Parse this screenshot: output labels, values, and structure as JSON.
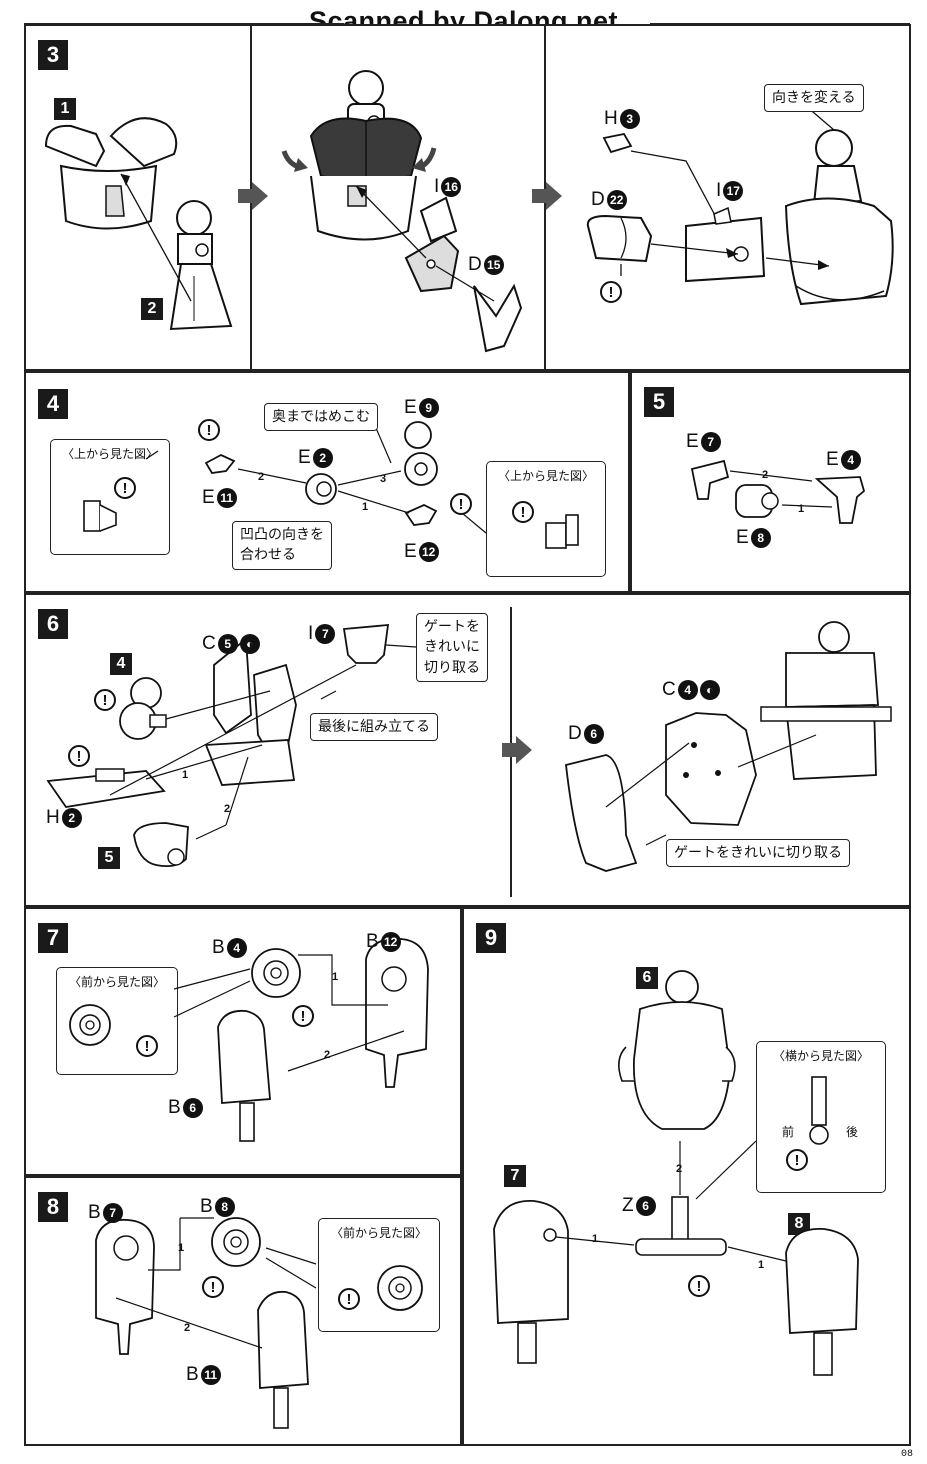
{
  "header": {
    "watermark": "Scanned by Dalong.net"
  },
  "page_number": "08",
  "steps": {
    "s3": {
      "number": "3",
      "sub1": "1",
      "sub2": "2",
      "i16": "I",
      "i16n": "16",
      "d15": "D",
      "d15n": "15",
      "h3": "H",
      "h3n": "3",
      "i17": "I",
      "i17n": "17",
      "d22": "D",
      "d22n": "22",
      "note_turn": "向きを変える"
    },
    "s4": {
      "number": "4",
      "view_top_a": "〈上から見た図〉",
      "view_top_b": "〈上から見た図〉",
      "e11": "E",
      "e11n": "11",
      "e2": "E",
      "e2n": "2",
      "e9": "E",
      "e9n": "9",
      "e12": "E",
      "e12n": "12",
      "note_push": "奥まではめこむ",
      "note_align_1": "凹凸の向きを",
      "note_align_2": "合わせる",
      "seq1": "1",
      "seq2": "2",
      "seq3": "3"
    },
    "s5": {
      "number": "5",
      "e7": "E",
      "e7n": "7",
      "e4": "E",
      "e4n": "4",
      "e8": "E",
      "e8n": "8",
      "seq1": "1",
      "seq2": "2"
    },
    "s6": {
      "number": "6",
      "sub4": "4",
      "sub5": "5",
      "c5": "C",
      "c5n": "5",
      "i7": "I",
      "i7n": "7",
      "h2": "H",
      "h2n": "2",
      "c4": "C",
      "c4n": "4",
      "d6": "D",
      "d6n": "6",
      "note_gate_1": "ゲートを",
      "note_gate_2": "きれいに",
      "note_gate_3": "切り取る",
      "note_last": "最後に組み立てる",
      "note_gate_full": "ゲートをきれいに切り取る",
      "seq1": "1",
      "seq2": "2"
    },
    "s7": {
      "number": "7",
      "view_front": "〈前から見た図〉",
      "b4": "B",
      "b4n": "4",
      "b12": "B",
      "b12n": "12",
      "b6": "B",
      "b6n": "6",
      "seq1": "1",
      "seq2": "2"
    },
    "s8": {
      "number": "8",
      "view_front": "〈前から見た図〉",
      "b7": "B",
      "b7n": "7",
      "b8": "B",
      "b8n": "8",
      "b11": "B",
      "b11n": "11",
      "seq1": "1",
      "seq2": "2"
    },
    "s9": {
      "number": "9",
      "sub6": "6",
      "sub7": "7",
      "sub8": "8",
      "z6": "Z",
      "z6n": "6",
      "view_side": "〈横から見た図〉",
      "front": "前",
      "back": "後",
      "seq1a": "1",
      "seq1b": "1",
      "seq2": "2"
    }
  },
  "warn_mark": "!"
}
